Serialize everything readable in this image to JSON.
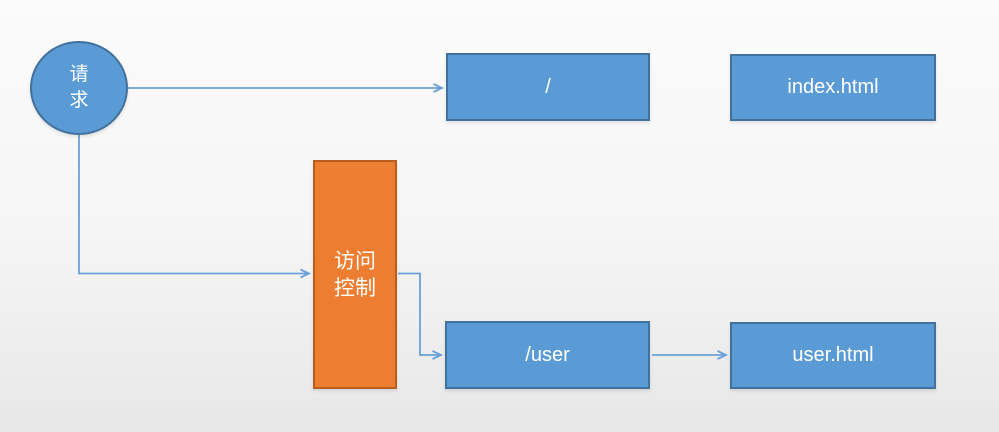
{
  "colors": {
    "background_top": "#fbfbfb",
    "background_bottom": "#e7e7e7",
    "blue_fill": "#5b9bd5",
    "blue_border": "#41719c",
    "orange_fill": "#ed7d31",
    "orange_border": "#b85d1d",
    "connector": "#6ba1d8",
    "node_text": "#ffffff"
  },
  "nodes": {
    "request": {
      "shape": "circle",
      "label": "请求",
      "lines": [
        "请",
        "求"
      ]
    },
    "root_route": {
      "shape": "rect",
      "label": "/"
    },
    "index_page": {
      "shape": "rect",
      "label": "index.html"
    },
    "access_control": {
      "shape": "rect",
      "label": "访问控制",
      "lines": [
        "访问",
        "控制"
      ]
    },
    "user_route": {
      "shape": "rect",
      "label": "/user"
    },
    "user_page": {
      "shape": "rect",
      "label": "user.html"
    }
  },
  "edges": [
    {
      "from": "request",
      "to": "root_route",
      "style": "straight-arrow"
    },
    {
      "from": "request",
      "to": "access_control",
      "style": "elbow-arrow"
    },
    {
      "from": "access_control",
      "to": "user_route",
      "style": "elbow-arrow"
    },
    {
      "from": "user_route",
      "to": "user_page",
      "style": "straight-arrow"
    }
  ]
}
